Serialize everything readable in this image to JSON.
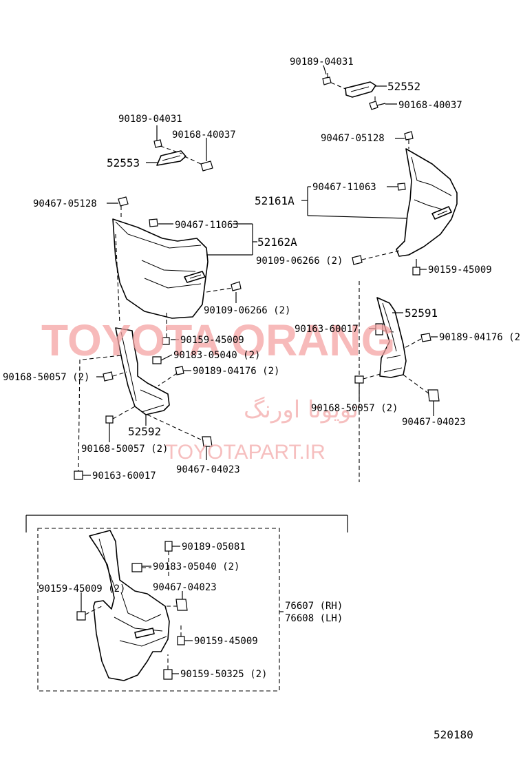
{
  "watermark": {
    "brand": "TOYOTA ORANG",
    "persian": "تویوتا اورنگ",
    "site": "TOYOTAPART.IR"
  },
  "diagram_code": "520180",
  "labels": {
    "p_90189_04031_top": "90189-04031",
    "p_52552": "52552",
    "p_90168_40037_top": "90168-40037",
    "p_90189_04031_left": "90189-04031",
    "p_90168_40037_left": "90168-40037",
    "p_52553": "52553",
    "p_90467_05128_right": "90467-05128",
    "p_90467_11063_right": "90467-11063",
    "p_52161A": "52161A",
    "p_90467_05128_left": "90467-05128",
    "p_90467_11063_left": "90467-11063",
    "p_52162A": "52162A",
    "p_90109_06266_right": "90109-06266 (2)",
    "p_90159_45009_right": "90159-45009",
    "p_90109_06266_left": "90109-06266 (2)",
    "p_52591": "52591",
    "p_90163_60017_right": "90163-60017",
    "p_90189_04176_right": "90189-04176 (2",
    "p_90159_45009_left": "90159-45009",
    "p_90183_05040_left": "90183-05040 (2)",
    "p_90168_50057_left_a": "90168-50057 (2)",
    "p_90189_04176_left": "90189-04176 (2)",
    "p_90168_50057_right": "90168-50057 (2)",
    "p_90467_04023_right": "90467-04023",
    "p_52592": "52592",
    "p_90168_50057_left_b": "90168-50057 (2)",
    "p_90467_04023_left": "90467-04023",
    "p_90163_60017_left": "90163-60017",
    "p_90189_05081": "90189-05081",
    "p_90183_05040_box": "90183-05040 (2)",
    "p_90159_45009_box_a": "90159-45009 (2)",
    "p_90467_04023_box": "90467-04023",
    "p_76607": "76607 (RH)",
    "p_76608": "76608 (LH)",
    "p_90159_45009_box_b": "90159-45009",
    "p_90159_50325": "90159-50325 (2)"
  }
}
